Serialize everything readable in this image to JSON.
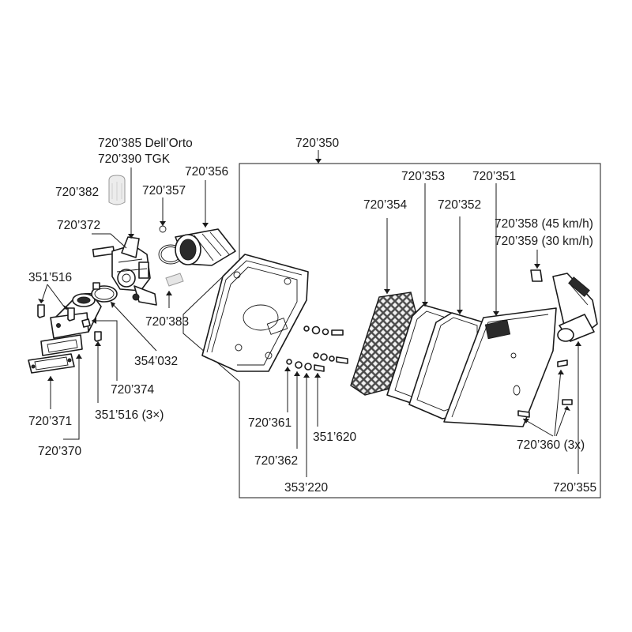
{
  "labels": {
    "p720385": "720’385 Dell’Orto",
    "p720390": "720’390 TGK",
    "p720350": "720’350",
    "p720356": "720’356",
    "p720382": "720’382",
    "p720357": "720’357",
    "p720353": "720’353",
    "p720351": "720’351",
    "p720354": "720’354",
    "p720352": "720’352",
    "p720372": "720’372",
    "p720358": "720’358 (45 km/h)",
    "p720359": "720’359 (30 km/h)",
    "p351516": "351’516",
    "p720383": "720’383",
    "p354032": "354’032",
    "p720374": "720’374",
    "p720371": "720’371",
    "p351516x3": "351’516 (3×)",
    "p720361": "720’361",
    "p351620": "351’620",
    "p720370": "720’370",
    "p720360": "720’360 (3x)",
    "p720362": "720’362",
    "p353220": "353’220",
    "p720355": "720’355"
  },
  "colors": {
    "line": "#1a1a1a",
    "filter_dark": "#3a3a3a",
    "tube_light": "#e6e6e6"
  }
}
